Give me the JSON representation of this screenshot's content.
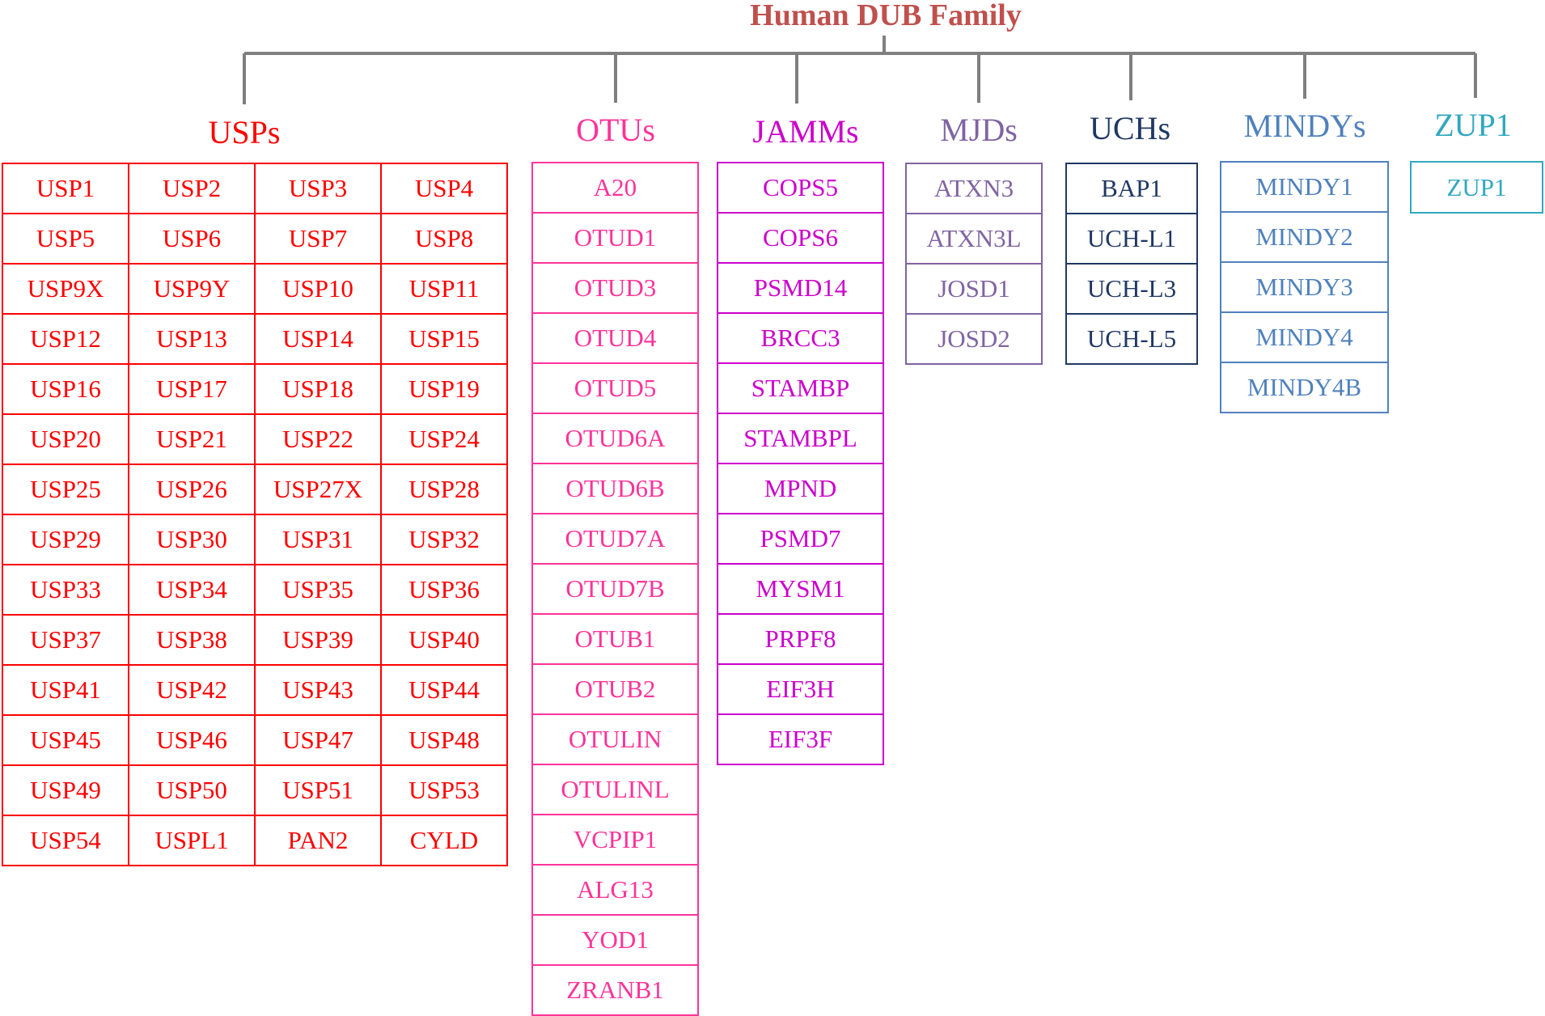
{
  "root_title": "Human DUB Family",
  "connector_color": "#7f7f7f",
  "families": [
    {
      "id": "usps",
      "title": "USPs",
      "color": "#ff0000",
      "columns": 4,
      "members": [
        "USP1",
        "USP2",
        "USP3",
        "USP4",
        "USP5",
        "USP6",
        "USP7",
        "USP8",
        "USP9X",
        "USP9Y",
        "USP10",
        "USP11",
        "USP12",
        "USP13",
        "USP14",
        "USP15",
        "USP16",
        "USP17",
        "USP18",
        "USP19",
        "USP20",
        "USP21",
        "USP22",
        "USP24",
        "USP25",
        "USP26",
        "USP27X",
        "USP28",
        "USP29",
        "USP30",
        "USP31",
        "USP32",
        "USP33",
        "USP34",
        "USP35",
        "USP36",
        "USP37",
        "USP38",
        "USP39",
        "USP40",
        "USP41",
        "USP42",
        "USP43",
        "USP44",
        "USP45",
        "USP46",
        "USP47",
        "USP48",
        "USP49",
        "USP50",
        "USP51",
        "USP53",
        "USP54",
        "USPL1",
        "PAN2",
        "CYLD"
      ]
    },
    {
      "id": "otus",
      "title": "OTUs",
      "color": "#ff3399",
      "columns": 1,
      "members": [
        "A20",
        "OTUD1",
        "OTUD3",
        "OTUD4",
        "OTUD5",
        "OTUD6A",
        "OTUD6B",
        "OTUD7A",
        "OTUD7B",
        "OTUB1",
        "OTUB2",
        "OTULIN",
        "OTULINL",
        "VCPIP1",
        "ALG13",
        "YOD1",
        "ZRANB1"
      ]
    },
    {
      "id": "jamms",
      "title": "JAMMs",
      "color": "#cc00cc",
      "columns": 1,
      "members": [
        "COPS5",
        "COPS6",
        "PSMD14",
        "BRCC3",
        "STAMBP",
        "STAMBPL",
        "MPND",
        "PSMD7",
        "MYSM1",
        "PRPF8",
        "EIF3H",
        "EIF3F"
      ]
    },
    {
      "id": "mjds",
      "title": "MJDs",
      "color": "#8064a2",
      "columns": 1,
      "members": [
        "ATXN3",
        "ATXN3L",
        "JOSD1",
        "JOSD2"
      ]
    },
    {
      "id": "uchs",
      "title": "UCHs",
      "color": "#1f3864",
      "columns": 1,
      "members": [
        "BAP1",
        "UCH-L1",
        "UCH-L3",
        "UCH-L5"
      ]
    },
    {
      "id": "mindys",
      "title": "MINDYs",
      "color": "#4f81bd",
      "columns": 1,
      "members": [
        "MINDY1",
        "MINDY2",
        "MINDY3",
        "MINDY4",
        "MINDY4B"
      ]
    },
    {
      "id": "zup1",
      "title": "ZUP1",
      "color": "#31a8c0",
      "columns": 1,
      "members": [
        "ZUP1"
      ]
    }
  ]
}
